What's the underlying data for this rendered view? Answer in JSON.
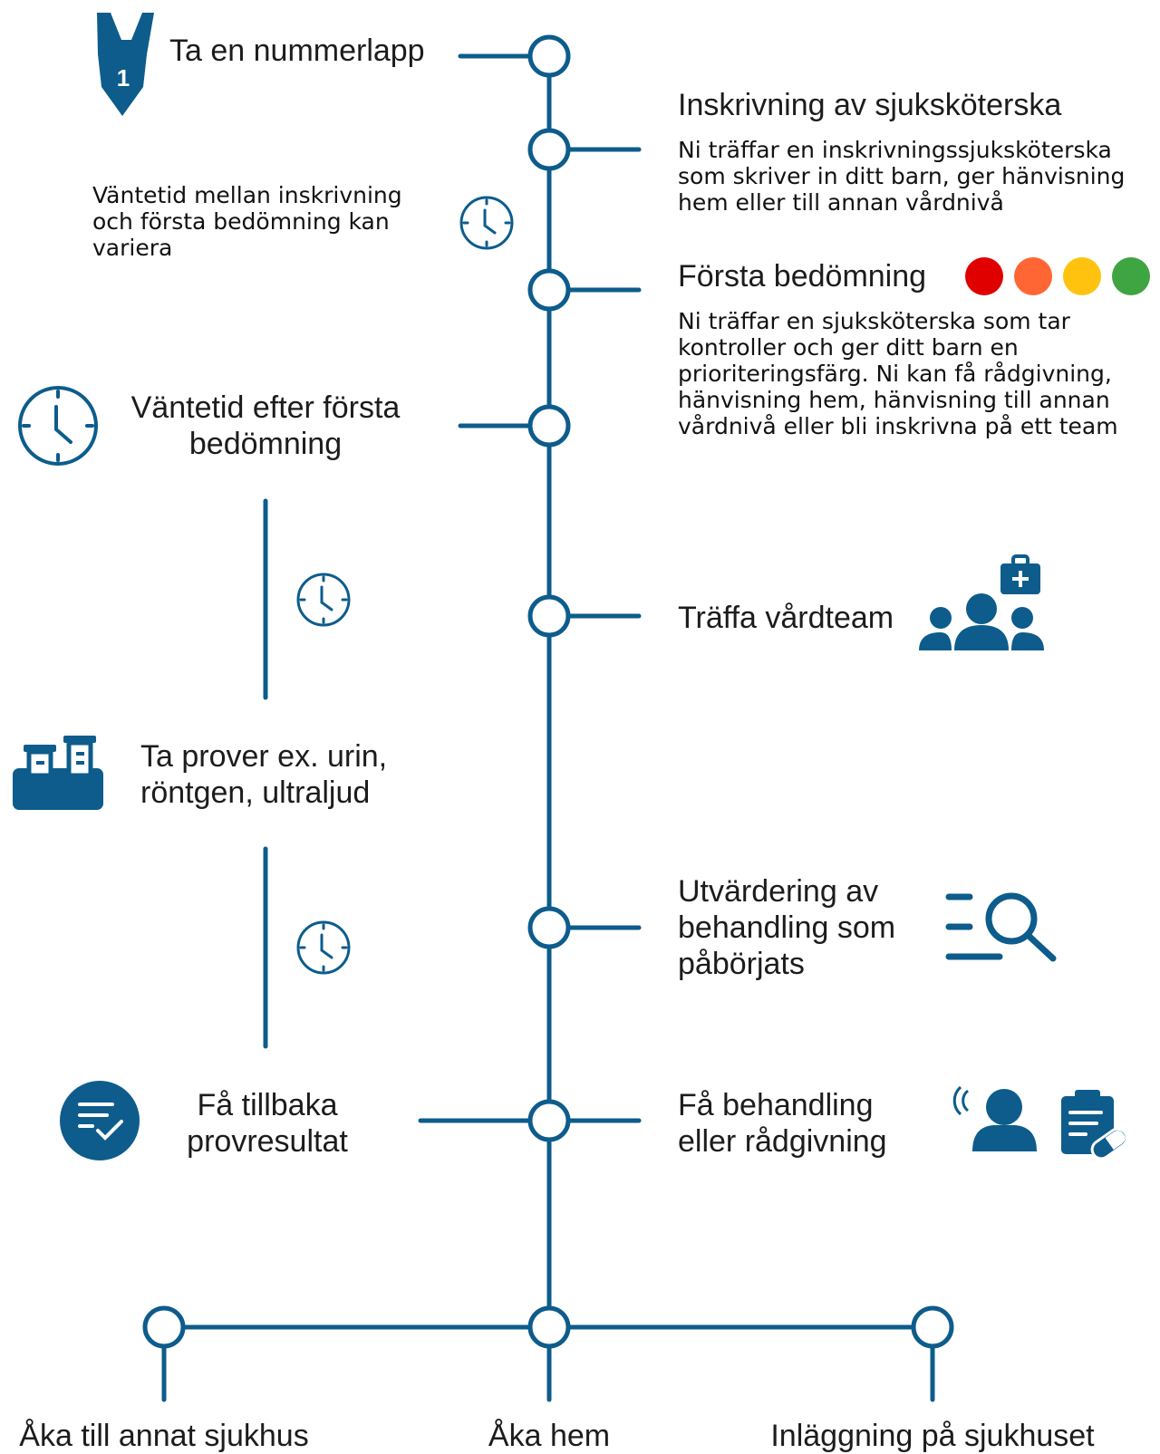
{
  "colors": {
    "primary": "#0d5c8c",
    "red": "#e00000",
    "orange": "#ff6633",
    "yellow": "#ffc20e",
    "green": "#3fa442"
  },
  "steps": {
    "nummerlapp": {
      "label": "Ta en nummerlapp",
      "icon": "ticket-icon",
      "badge": "1"
    },
    "inskrivning": {
      "title": "Inskrivning av sjuksköterska",
      "desc": "Ni träffar en inskrivningssjuksköterska\nsom skriver in ditt barn, ger hänvisning\nhem eller till annan vårdnivå"
    },
    "vantetid_inskrivning": {
      "text": "Väntetid mellan inskrivning\noch första bedömning kan\nvariera",
      "icon": "clock-icon"
    },
    "forsta_bedomning": {
      "title": "Första bedömning",
      "desc": "Ni träffar en sjuksköterska som tar\nkontroller och ger ditt barn en\nprioriteringsfärg. Ni kan få rådgivning,\nhänvisning hem, hänvisning till annan\nvårdnivå eller bli inskrivna på ett team",
      "priority_colors": [
        "#e00000",
        "#ff6633",
        "#ffc20e",
        "#3fa442"
      ]
    },
    "vantetid_efter": {
      "label": "Väntetid efter första\nbedömning",
      "icon": "clock-icon"
    },
    "vardteam": {
      "label": "Träffa vårdteam",
      "icon": "care-team-icon"
    },
    "prover": {
      "label": "Ta prover ex. urin,\nröntgen, ultraljud",
      "icon": "test-tubes-icon"
    },
    "utvardering": {
      "label": "Utvärdering av\nbehandling som\npåbörjats",
      "icon": "search-list-icon"
    },
    "provresultat": {
      "label": "Få tillbaka\nprovresultat",
      "icon": "results-check-icon"
    },
    "behandling": {
      "label": "Få behandling\neller rådgivning",
      "icons": [
        "caller-icon",
        "prescription-clipboard-icon"
      ]
    }
  },
  "outcomes": [
    "Åka till annat sjukhus",
    "Åka hem",
    "Inläggning på sjukhuset"
  ]
}
